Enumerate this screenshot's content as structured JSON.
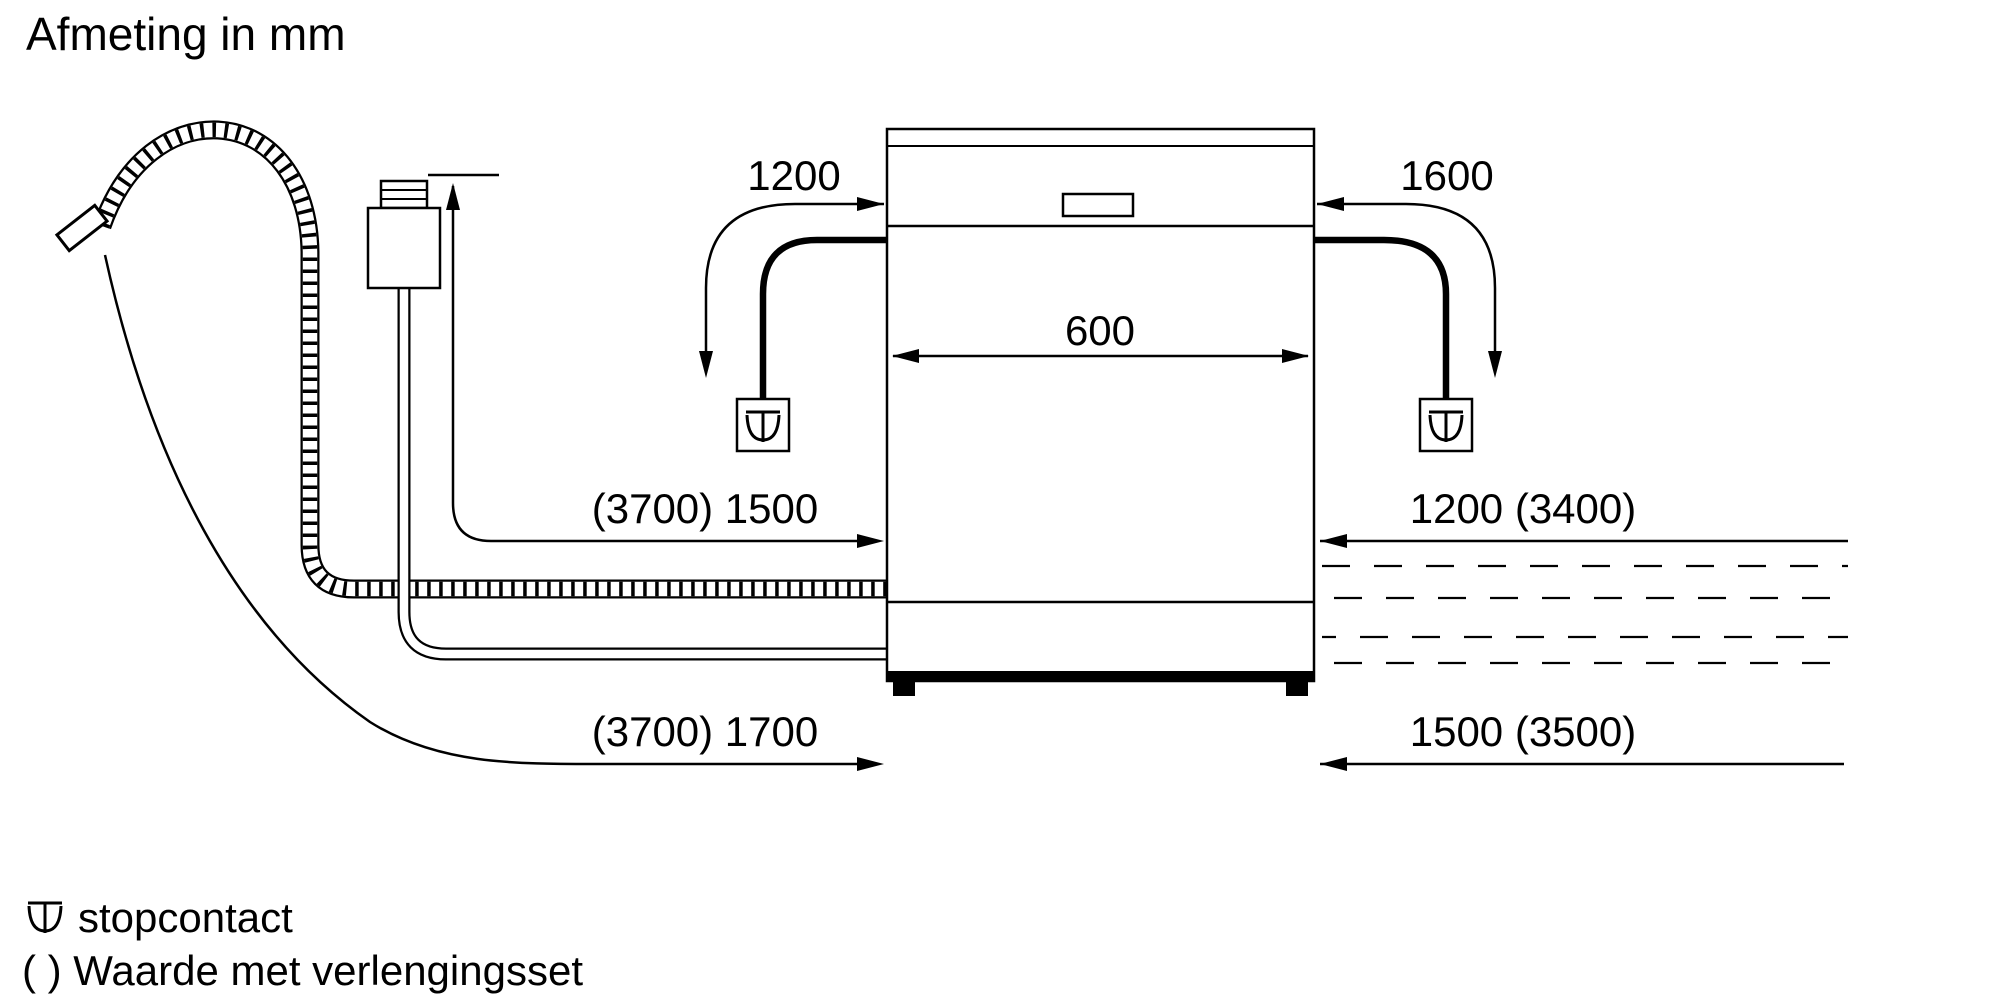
{
  "title": "Afmeting in mm",
  "appliance": {
    "name": "dishwasher-front-view",
    "width_label": "600"
  },
  "dimensions": {
    "cord_left": "1200",
    "cord_right": "1600",
    "hose_mid_left": "(3700) 1500",
    "hose_mid_right": "1200 (3400)",
    "hose_bottom_left": "(3700) 1700",
    "hose_bottom_right": "1500 (3500)"
  },
  "legend": {
    "socket_term": "stopcontact",
    "extension_note": "( ) Waarde met verlengingsset"
  },
  "icons": {
    "socket": "power-socket-icon",
    "drain_hose": "corrugated-drain-hose",
    "supply_hose": "supply-hose",
    "aquastop": "aquastop-valve"
  },
  "colors": {
    "line": "#000000",
    "background": "#ffffff"
  }
}
